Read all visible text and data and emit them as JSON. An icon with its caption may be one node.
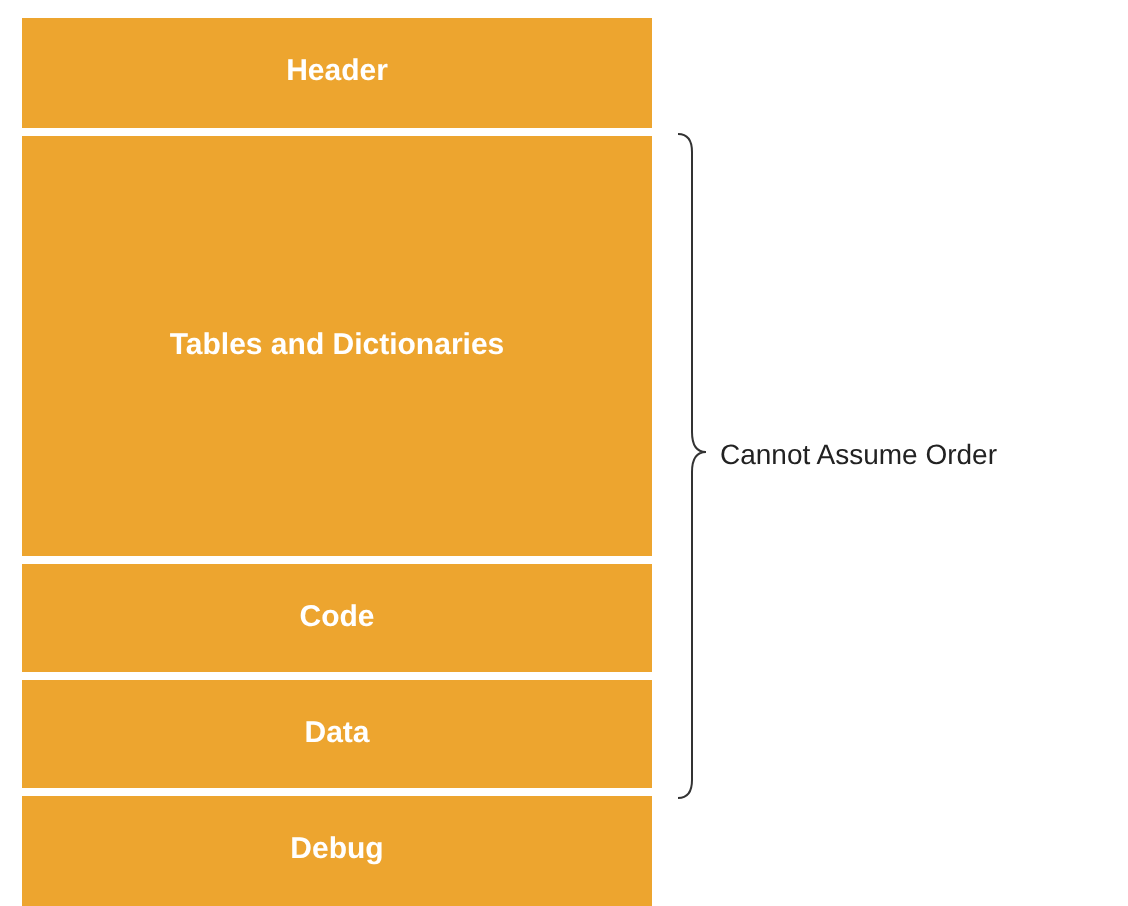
{
  "diagram": {
    "nodes": [
      {
        "text": [
          "Header"
        ]
      },
      {
        "text": [
          "Tables and Dictionaries"
        ]
      },
      {
        "text": [
          "Code"
        ]
      },
      {
        "text": [
          "Data"
        ]
      },
      {
        "text": [
          "Debug"
        ]
      }
    ],
    "labels": [
      "Cannot Assume Order"
    ]
  }
}
